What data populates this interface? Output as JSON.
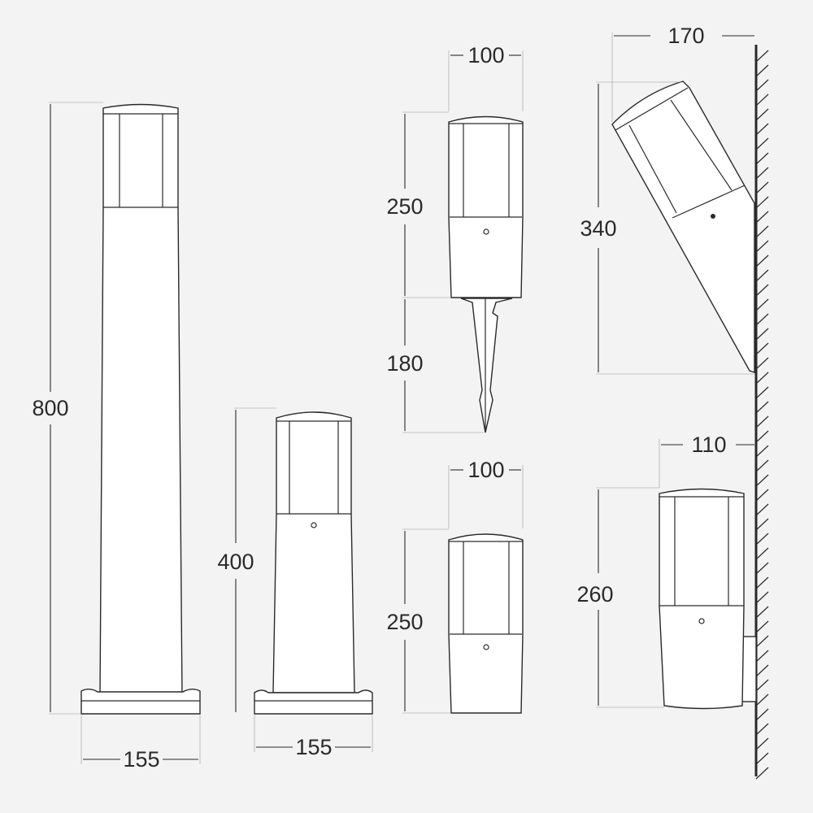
{
  "dimensions": {
    "tall_height": "800",
    "tall_base": "155",
    "medium_height": "400",
    "medium_base": "155",
    "spike_width": "100",
    "spike_head": "250",
    "spike_length": "180",
    "short_width": "100",
    "short_height": "250",
    "angled_projection": "170",
    "angled_height": "340",
    "wall_projection": "110",
    "wall_height": "260"
  }
}
